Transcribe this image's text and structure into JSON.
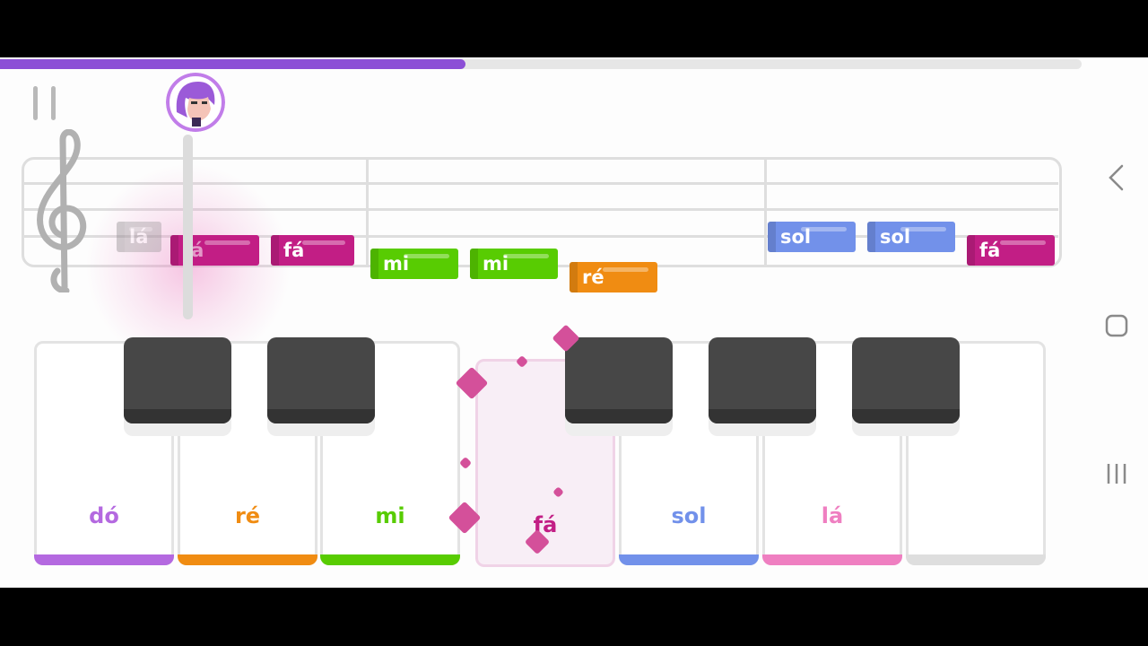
{
  "progress": {
    "fraction": 0.43
  },
  "colors": {
    "do": "#b469e0",
    "re": "#f08c12",
    "mi": "#58cc02",
    "fa": "#c21e85",
    "sol": "#7291ea",
    "la": "#ef7fc1",
    "grey": "#dedede"
  },
  "staff_notes": [
    {
      "label": "lá",
      "color": "#8e8e8e",
      "state": "played"
    },
    {
      "label": "fá",
      "color": "#c21e85",
      "state": "active"
    },
    {
      "label": "fá",
      "color": "#c21e85",
      "state": "upcoming"
    },
    {
      "label": "mi",
      "color": "#58cc02",
      "state": "upcoming"
    },
    {
      "label": "mi",
      "color": "#58cc02",
      "state": "upcoming"
    },
    {
      "label": "ré",
      "color": "#f08c12",
      "state": "upcoming"
    },
    {
      "label": "sol",
      "color": "#7291ea",
      "state": "upcoming"
    },
    {
      "label": "sol",
      "color": "#7291ea",
      "state": "upcoming"
    },
    {
      "label": "fá",
      "color": "#c21e85",
      "state": "upcoming"
    }
  ],
  "keys": [
    {
      "label": "dó",
      "color": "#b469e0"
    },
    {
      "label": "ré",
      "color": "#f08c12"
    },
    {
      "label": "mi",
      "color": "#58cc02"
    },
    {
      "label": "fá",
      "color": "#c21e85",
      "active": true
    },
    {
      "label": "sol",
      "color": "#7291ea"
    },
    {
      "label": "lá",
      "color": "#ef7fc1"
    },
    {
      "label": "",
      "color": "#dedede"
    }
  ],
  "icons": {
    "pause": "pause-icon",
    "clef": "treble-clef-icon",
    "avatar": "character-avatar-icon",
    "back": "back-chevron-icon",
    "home": "home-square-icon",
    "recents": "recent-apps-icon"
  }
}
